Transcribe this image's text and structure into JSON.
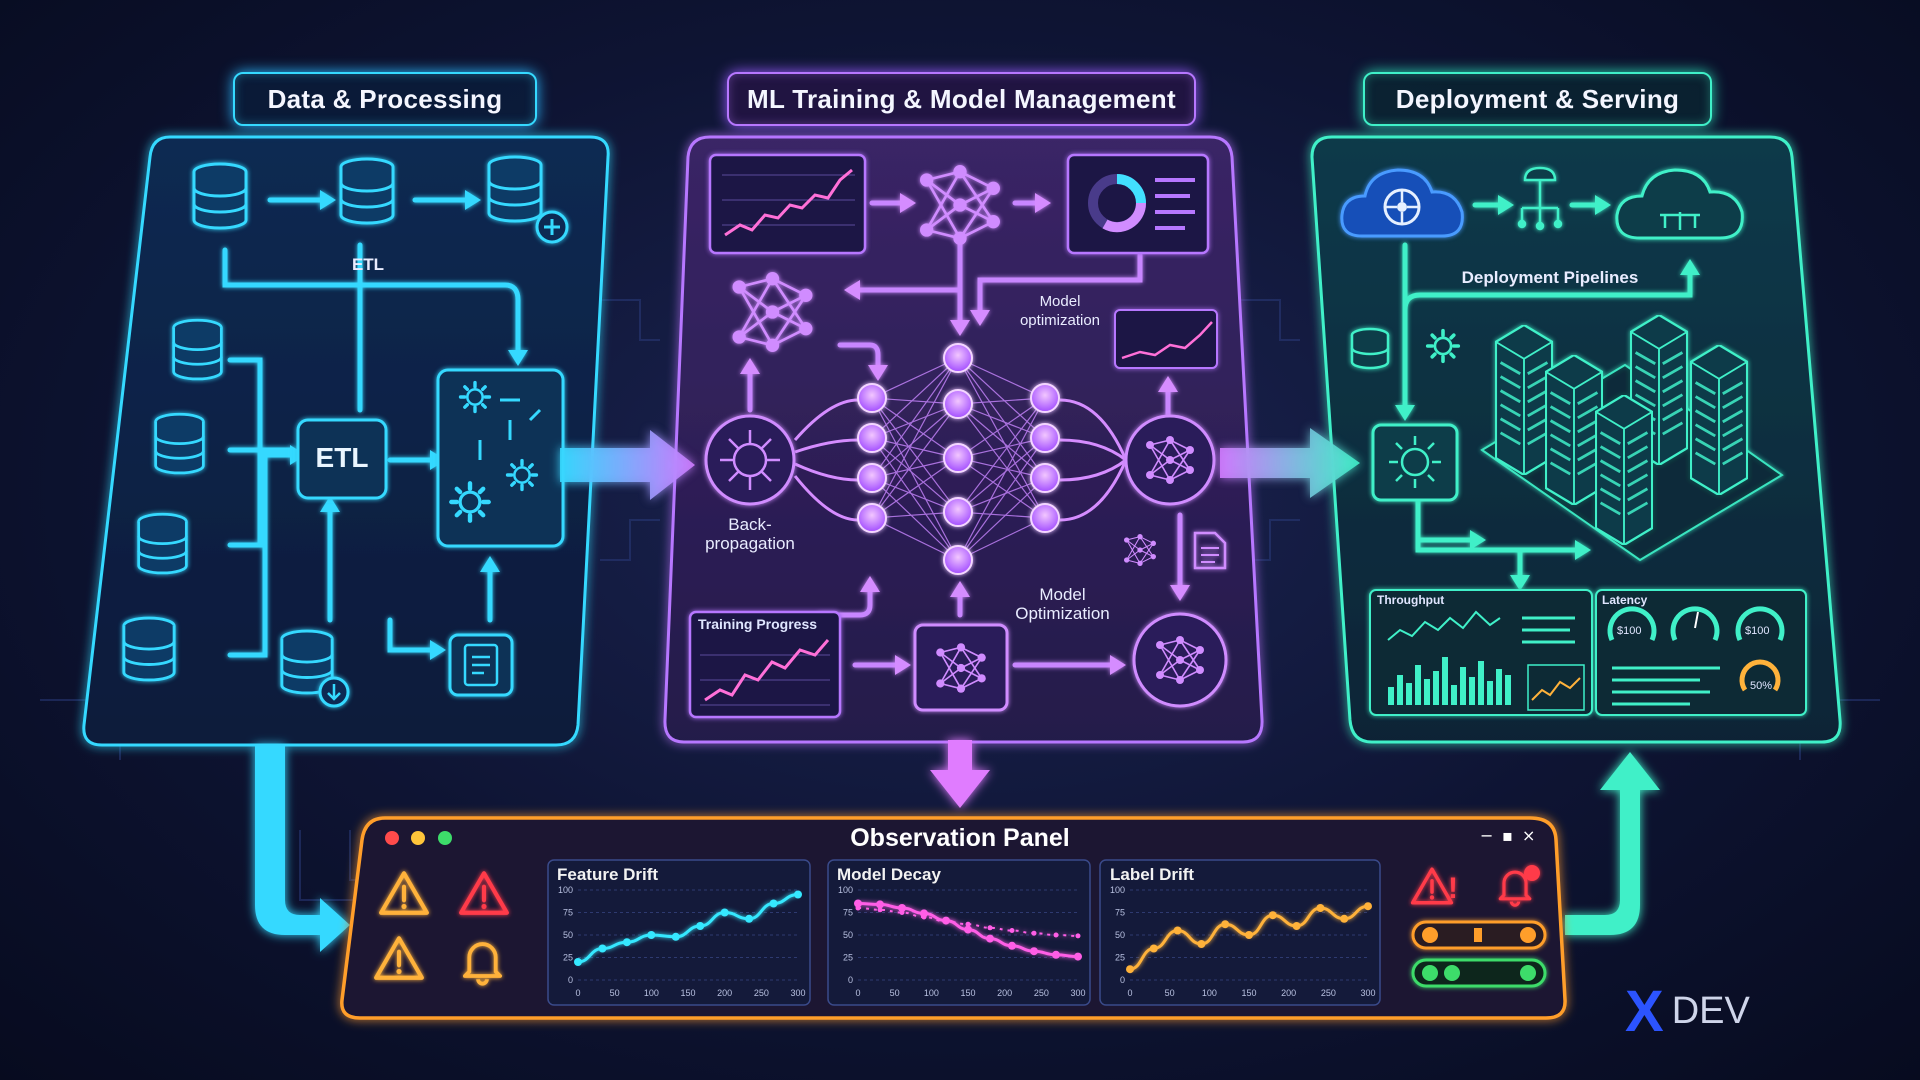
{
  "headers": {
    "data": "Data & Processing",
    "ml": "ML Training & Model Management",
    "deploy": "Deployment & Serving"
  },
  "data_panel": {
    "etl_small": "ETL",
    "etl_box": "ETL"
  },
  "ml_panel": {
    "model_opt_top": "Model\noptimization",
    "backprop": "Back-\npropagation",
    "model_opt_bottom": "Model\nOptimization",
    "training_progress": "Training Progress"
  },
  "deploy_panel": {
    "pipelines": "Deployment Pipelines",
    "throughput": "Throughput",
    "latency": "Latency",
    "gauge1": "$100",
    "gauge3": "$100",
    "gauge4": "50%"
  },
  "observation": {
    "title": "Observation Panel",
    "charts": [
      {
        "title": "Feature Drift",
        "color": "#35e8ff"
      },
      {
        "title": "Model Decay",
        "color": "#ff5ee6"
      },
      {
        "title": "Label Drift",
        "color": "#ffb23a"
      }
    ],
    "window_controls": [
      "−",
      "▪",
      "×"
    ]
  },
  "brand": {
    "mark": "X",
    "name": "DEV"
  },
  "colors": {
    "cyan": "#35d9ff",
    "purple": "#b777ff",
    "teal": "#3ff0c8",
    "orange": "#ff9e2c",
    "red": "#ff3b4a"
  },
  "chart_data": [
    {
      "type": "line",
      "title": "Feature Drift",
      "x": [
        0,
        50,
        100,
        150,
        200,
        250,
        300
      ],
      "x_tick_labels": [
        "0",
        "50",
        "100",
        "150",
        "200",
        "250",
        "300"
      ],
      "y_tick_labels": [
        "100",
        "75",
        "50",
        "25",
        "0"
      ],
      "ylim": [
        0,
        100
      ],
      "series": [
        {
          "values": [
            20,
            35,
            42,
            50,
            48,
            60,
            75,
            68,
            85,
            95
          ]
        }
      ]
    },
    {
      "type": "line",
      "title": "Model Decay",
      "x_tick_labels": [
        "0",
        "50",
        "100",
        "150",
        "200",
        "250",
        "300"
      ],
      "y_tick_labels": [
        "100",
        "75",
        "50",
        "25",
        "0"
      ],
      "ylim": [
        0,
        100
      ],
      "series": [
        {
          "values": [
            85,
            84,
            80,
            74,
            66,
            56,
            46,
            38,
            32,
            28,
            26
          ]
        },
        {
          "values": [
            80,
            78,
            75,
            70,
            65,
            62,
            58,
            55,
            52,
            50,
            49
          ]
        }
      ]
    },
    {
      "type": "line",
      "title": "Label Drift",
      "x_tick_labels": [
        "0",
        "50",
        "100",
        "150",
        "200",
        "250",
        "300"
      ],
      "y_tick_labels": [
        "100",
        "75",
        "50",
        "25",
        "0"
      ],
      "ylim": [
        0,
        100
      ],
      "series": [
        {
          "values": [
            12,
            35,
            55,
            40,
            62,
            50,
            72,
            60,
            80,
            68,
            82
          ]
        }
      ]
    }
  ]
}
